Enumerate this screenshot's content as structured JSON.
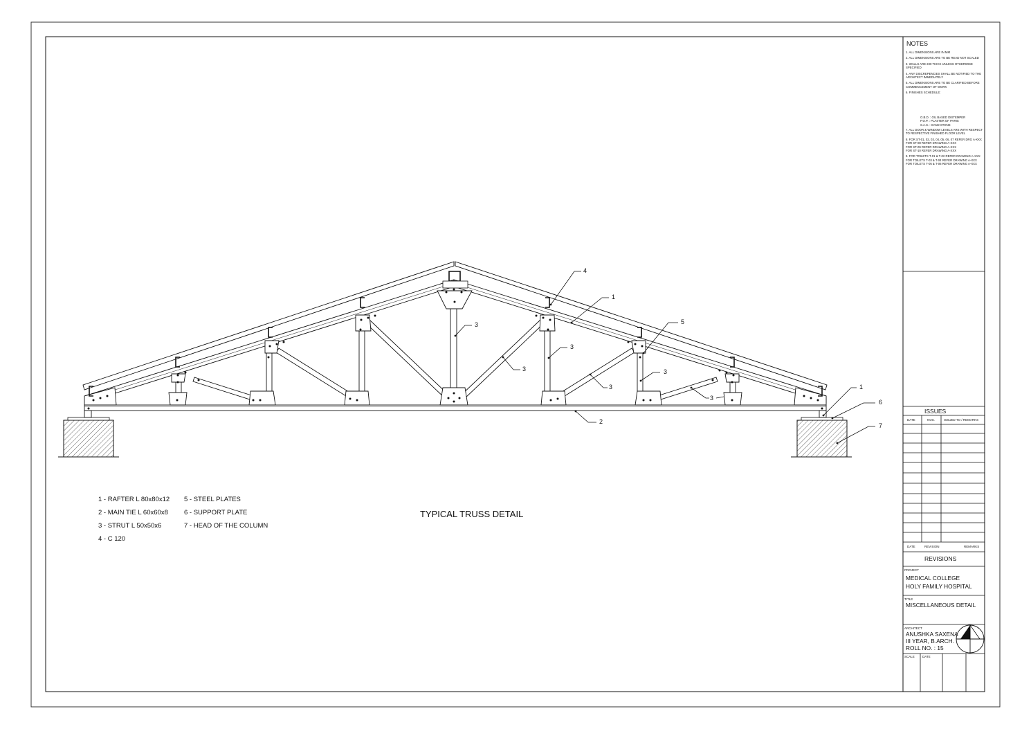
{
  "legend": {
    "items_col1": [
      "1 -  RAFTER L 80x80x12",
      "2 -  MAIN TIE L 60x60x8",
      "3 -  STRUT L 50x50x6",
      "4 -  C 120"
    ],
    "items_col2": [
      "5 -  STEEL PLATES",
      "6 -  SUPPORT PLATE",
      "7 -  HEAD OF THE COLUMN"
    ]
  },
  "drawing_title": "TYPICAL TRUSS DETAIL",
  "callouts": [
    "1",
    "2",
    "3",
    "4",
    "5",
    "6",
    "7"
  ],
  "notes": {
    "title": "NOTES",
    "items": [
      "1.  ALL DIMENSIONS ARE IN MM",
      "2.  ALL DIMENSIONS ARE TO BE READ NOT SCALED",
      "3.  WALLS ARE 230 THICK UNLESS OTHERWISE",
      "     SPECIFIED",
      "4.  ANY DISCREPENCIES SHALL BE NOTIFIED TO THE",
      "     ARCHITECT IMMEDIATELY",
      "5.  ALL DIMENSIONS ARE TO BE CLARIFIED BEFORE",
      "     COMMENCEMENT OF WORK",
      "6.  FINISHES SCHEDULE:"
    ],
    "finishes": [
      "O.B.D. : OIL BASED DISTEMPER",
      "P.O.P. : PLASTER OF PARIS",
      "S.A.S. : SAND STONE"
    ],
    "items2": [
      "7.  ALL DOOR & WINDOW LEVELS ARE WITH RESPECT",
      "     TO RESPECTIVE FINISHED FLOOR LEVEL",
      "8.  FOR ST-01, 02, 03, 04, 05, 06, 07 REFER DRG A-XXX",
      "     FOR ST-08 REFER DRAWING A-XXX",
      "     FOR ST-09 REFER DRAWING A-XXX",
      "     FOR ST-10 REFER DRAWING A-XXX",
      "9.  FOR TOILETS T-01 & T-02 REFER DRAWING A-XXX",
      "     FOR TOILETS T-03 & T-04 REFER DRAWING A-XXX",
      "     FOR TOILETS T-05 & T-06 REFER DRAWING A-XXX"
    ]
  },
  "issues": {
    "title": "ISSUES",
    "col_date": "DATE",
    "col_nos": "NOS.",
    "col_remarks": "ISSUED TO / REMARKS"
  },
  "revisions": {
    "col_date": "DATE",
    "col_revision": "REVISION",
    "col_remarks": "REMARKS",
    "title": "REVISIONS"
  },
  "project": {
    "label": "PROJECT",
    "line1": "MEDICAL COLLEGE",
    "line2": "HOLY FAMILY HOSPITAL"
  },
  "title_block": {
    "label": "TITLE",
    "value": "MISCELLANEOUS DETAIL"
  },
  "architect": {
    "label": "ARCHITECT",
    "line1": "ANUSHKA SAXENA",
    "line2": "III YEAR, B.ARCH.",
    "line3": "ROLL NO. : 15"
  },
  "footer": {
    "scale_label": "SCALE",
    "date_label": "DATE"
  }
}
